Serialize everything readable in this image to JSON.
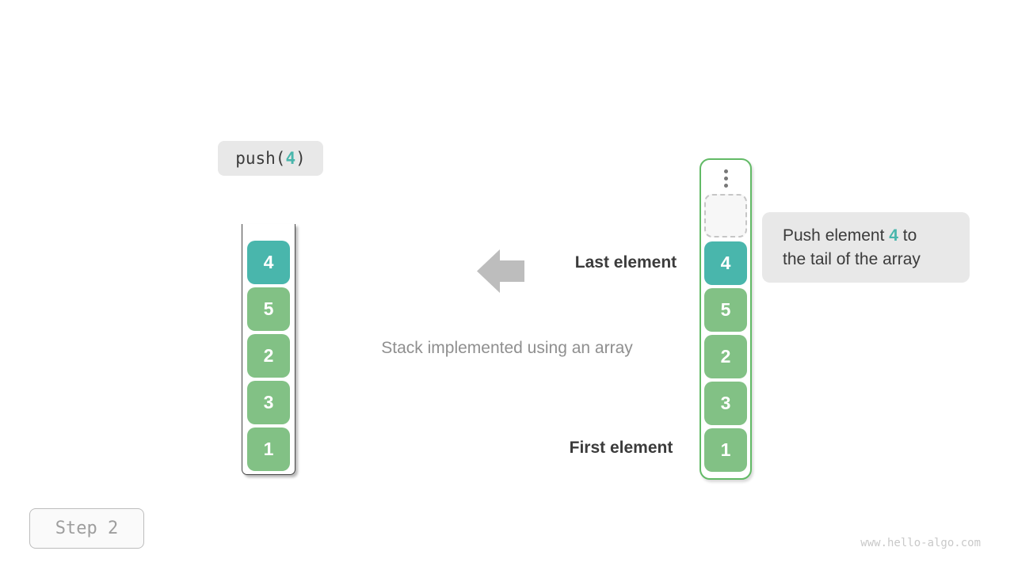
{
  "colors": {
    "teal": "#49b6ac",
    "green": "#82c185",
    "container_border_green": "#62ba66",
    "arrow_gray": "#bdbdbd",
    "text_dark": "#3b3b3b",
    "text_gray": "#8f8f8f",
    "badge_bg": "#e8e8e8",
    "step_text": "#9e9e9e",
    "watermark_gray": "#c9c9c9"
  },
  "operation": {
    "prefix": "push(",
    "arg": "4",
    "suffix": ")"
  },
  "left_stack": {
    "values": [
      "4",
      "5",
      "2",
      "3",
      "1"
    ]
  },
  "right_stack": {
    "values": [
      "4",
      "5",
      "2",
      "3",
      "1"
    ]
  },
  "annotations": {
    "last_element": "Last element",
    "first_element": "First element",
    "caption": "Stack implemented using an array"
  },
  "callout": {
    "line1_prefix": "Push element ",
    "highlight": "4",
    "line1_suffix": " to",
    "line2": "the tail of the array"
  },
  "step": {
    "label": "Step 2"
  },
  "watermark": "www.hello-algo.com"
}
